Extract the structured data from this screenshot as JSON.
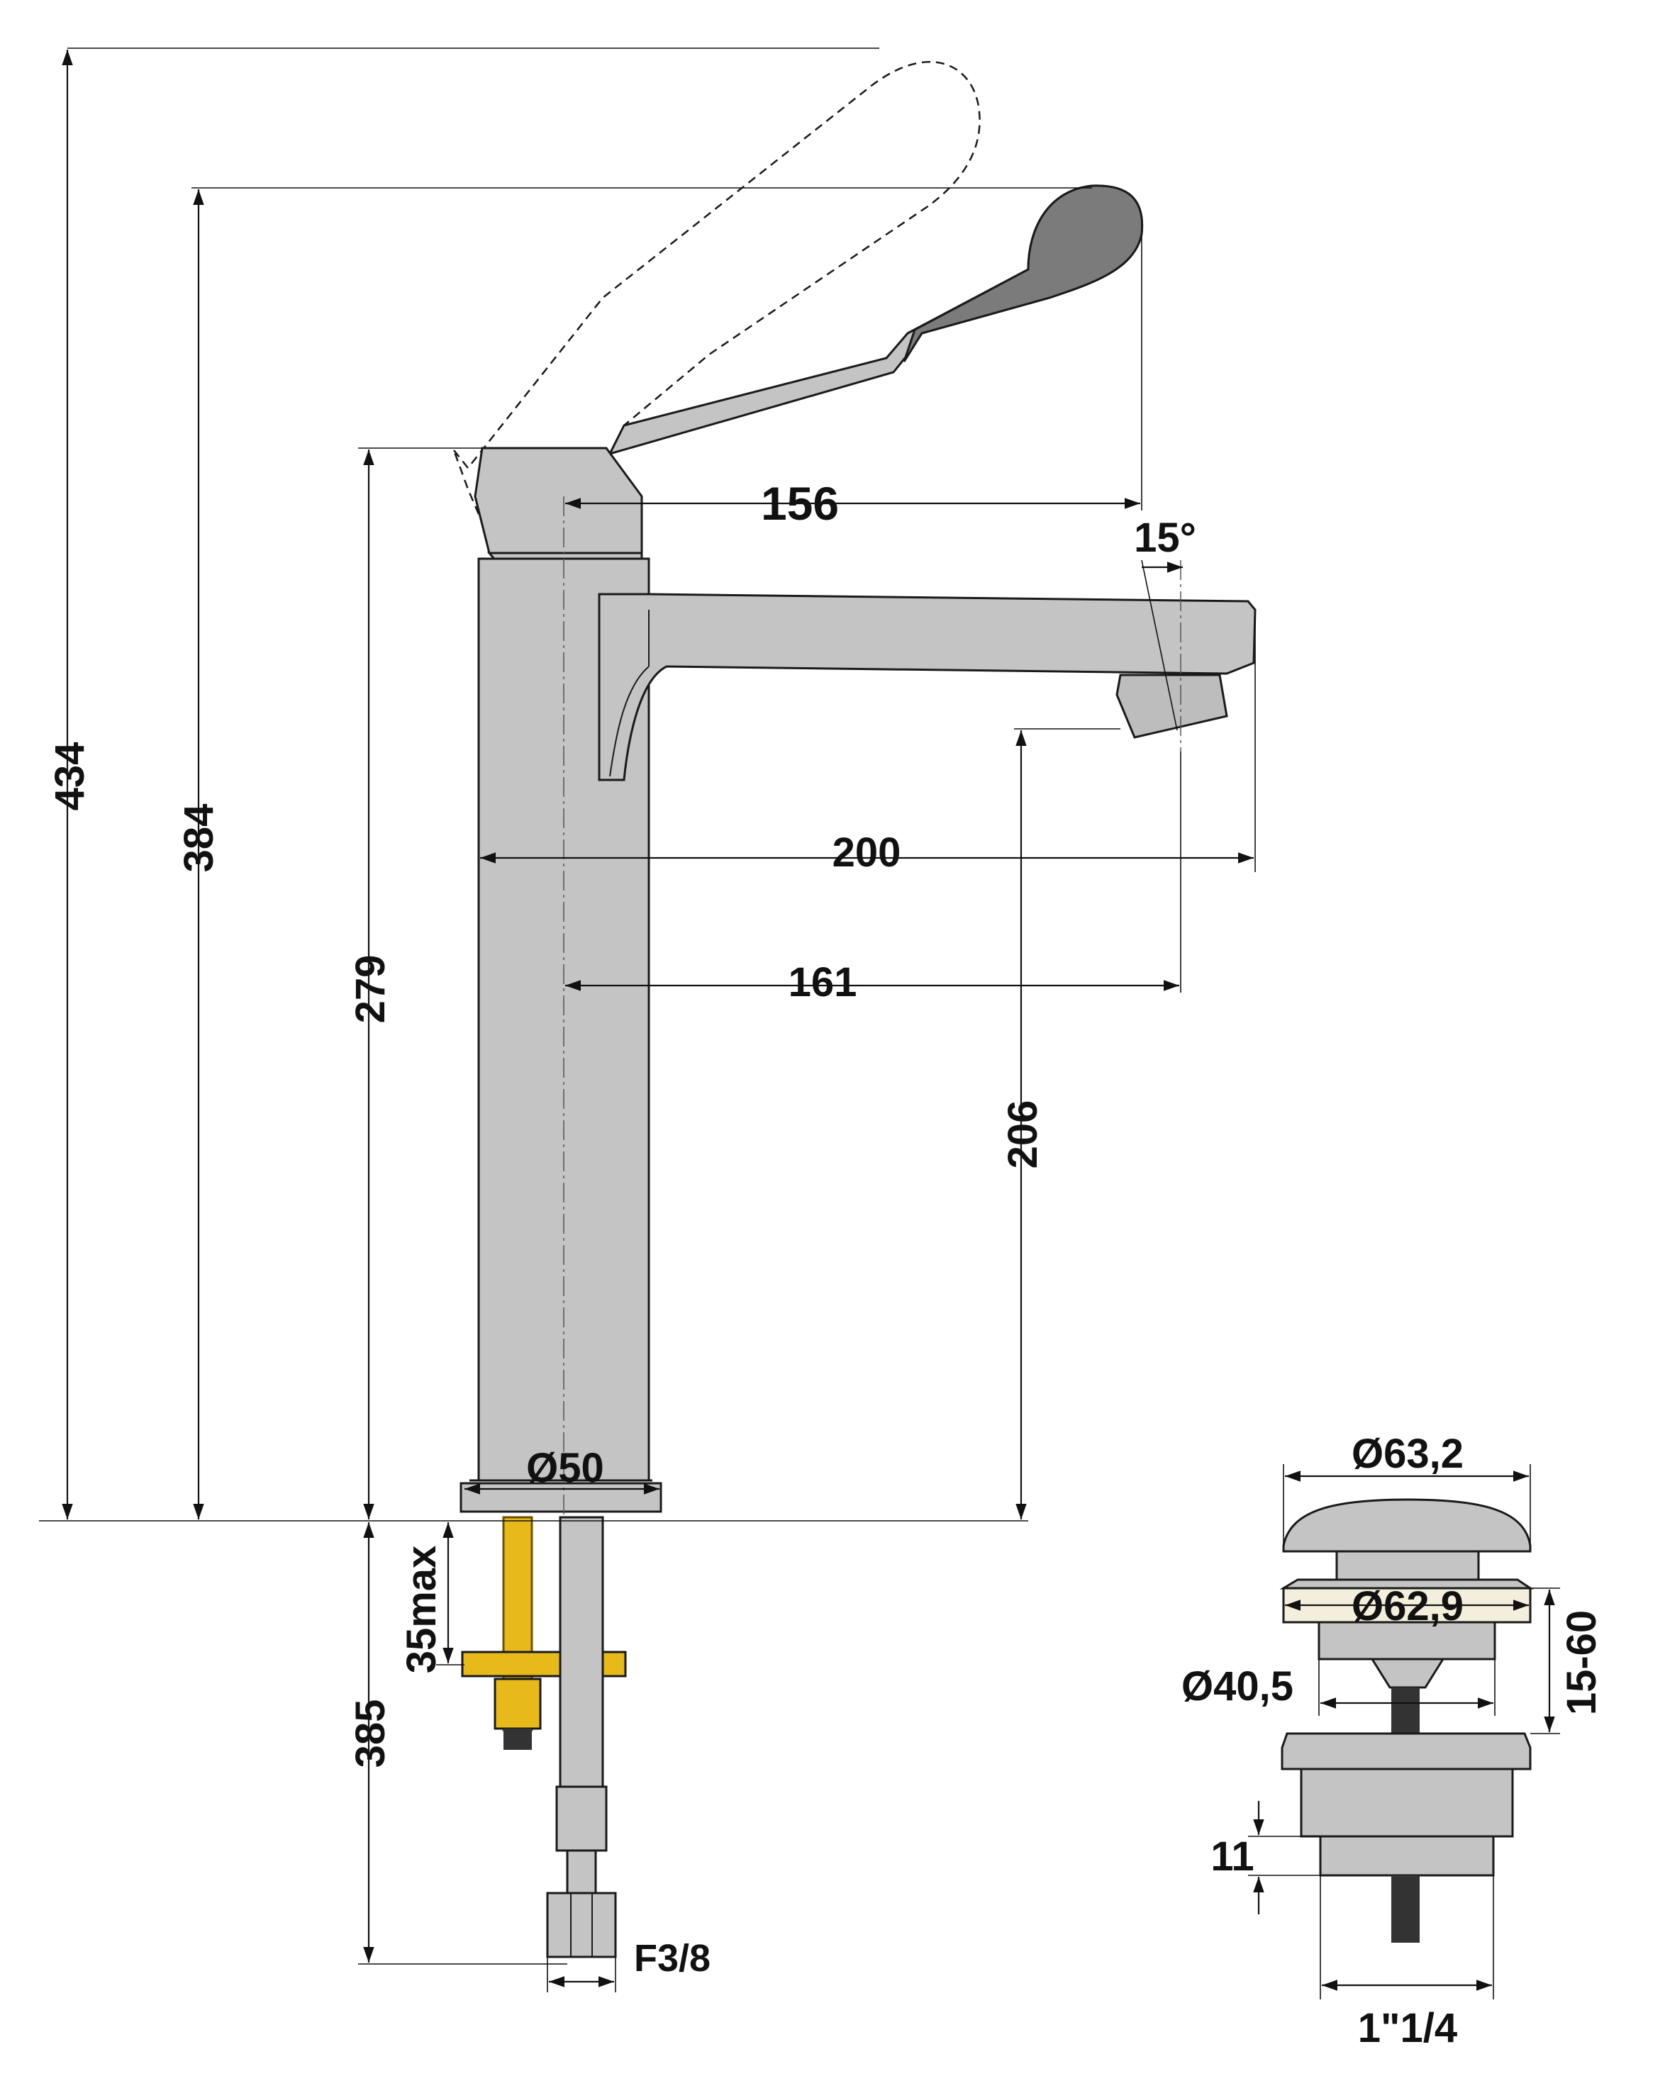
{
  "colors": {
    "body_fill": "#c4c4c4",
    "body_stroke": "#1a1a1a",
    "handle_fill": "#7b7b7b",
    "handle_tip_fill": "#bdbdbd",
    "stud_fill": "#e7b91b",
    "stud_stroke": "#6a5300",
    "waste_band_fill": "#f3efdc",
    "line": "#111111"
  },
  "dimensions": {
    "total_height": "434",
    "handle_height": "384",
    "body_height": "279",
    "handle_reach": "156",
    "handle_angle": "15°",
    "spout_reach_overall": "200",
    "spout_reach_center": "161",
    "spout_clearance": "206",
    "base_diameter": "Ø50",
    "max_counter_thickness": "35max",
    "hose_length": "385",
    "hose_connection": "F3/8"
  },
  "waste": {
    "cap_diameter": "Ø63,2",
    "flange_diameter": "Ø62,9",
    "inner_diameter": "Ø40,5",
    "basin_thickness": "15-60",
    "body_height": "11",
    "thread": "1\"1/4"
  }
}
